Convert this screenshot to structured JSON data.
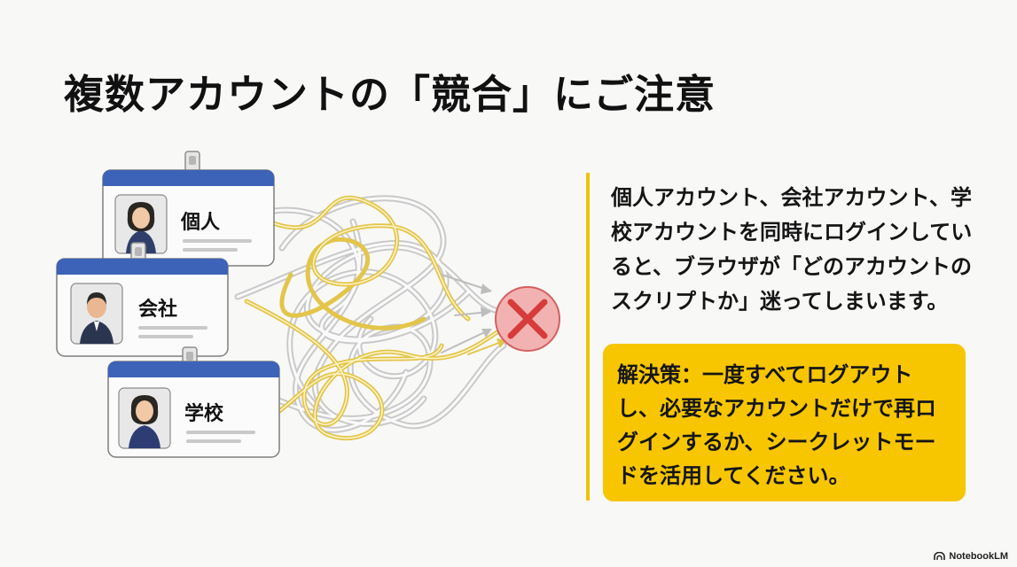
{
  "title": "複数アカウントの「競合」にご注意",
  "cards": [
    {
      "label": "個人"
    },
    {
      "label": "会社"
    },
    {
      "label": "学校"
    }
  ],
  "description": "個人アカウント、会社アカウント、学校アカウントを同時にログインしていると、ブラウザが「どのアカウントのスクリプトか」迷ってしまいます。",
  "solution": "解決策：一度すべてログアウトし、必要なアカウントだけで再ログインするか、シークレットモードを活用してください。",
  "brand": "NotebookLM",
  "colors": {
    "accent": "#f7c600",
    "card_header": "#3d63b8",
    "error": "#e24444"
  },
  "icons": [
    "id-card-icon",
    "tangled-lines-icon",
    "error-x-icon",
    "notebooklm-logo-icon"
  ]
}
